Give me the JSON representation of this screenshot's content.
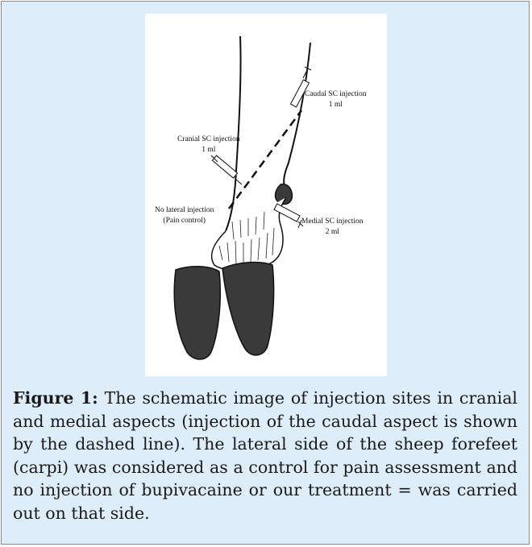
{
  "figure": {
    "labels": {
      "caudal": [
        "Caudal SC injection",
        "1 ml"
      ],
      "cranial": [
        "Cranial SC injection",
        "1 ml"
      ],
      "lateral": [
        "No lateral injection",
        "(Pain control)"
      ],
      "medial": [
        "Medial SC injection",
        "2 ml"
      ]
    },
    "caption_label": "Figure 1:",
    "caption_text": "The schematic image of injection sites in cranial and medial aspects (injection of the caudal aspect is shown by the dashed line). The lateral side of the sheep forefeet (carpi) was considered as a control for pain assessment and no injection of bupivacaine or our treatment = was carried out on that side."
  }
}
